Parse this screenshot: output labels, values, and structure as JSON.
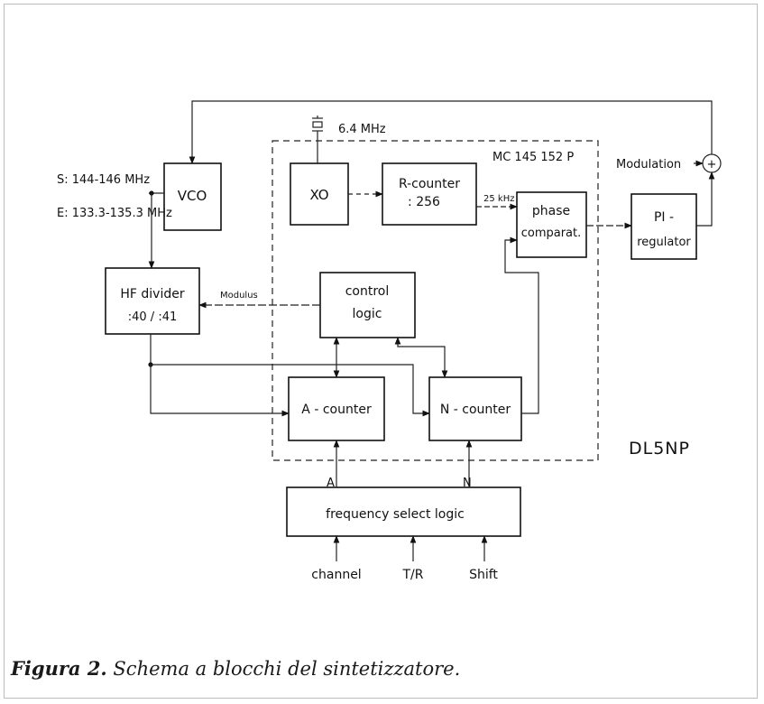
{
  "diagram": {
    "crystal_freq": "6.4 MHz",
    "chip_label": "MC 145 152 P",
    "modulation": "Modulation",
    "summer_sign": "+",
    "freq_send": "S: 144-146 MHz",
    "freq_receive": "E: 133.3-135.3 MHz",
    "ref_freq": "25 kHz",
    "modulus": "Modulus",
    "author": "DL5NP",
    "port_a": "A",
    "port_n": "N",
    "blocks": {
      "vco": "VCO",
      "xo": "XO",
      "r_counter_1": "R-counter",
      "r_counter_2": ": 256",
      "phase_1": "phase",
      "phase_2": "comparat.",
      "pi_1": "PI -",
      "pi_2": "regulator",
      "hf_1": "HF divider",
      "hf_2": ":40 / :41",
      "control_1": "control",
      "control_2": "logic",
      "a_counter": "A - counter",
      "n_counter": "N - counter",
      "freq_select": "frequency select logic"
    },
    "inputs": [
      "channel",
      "T/R",
      "Shift"
    ]
  },
  "caption": {
    "prefix": "Figura 2.",
    "text": " Schema a blocchi del sintetizzatore."
  }
}
